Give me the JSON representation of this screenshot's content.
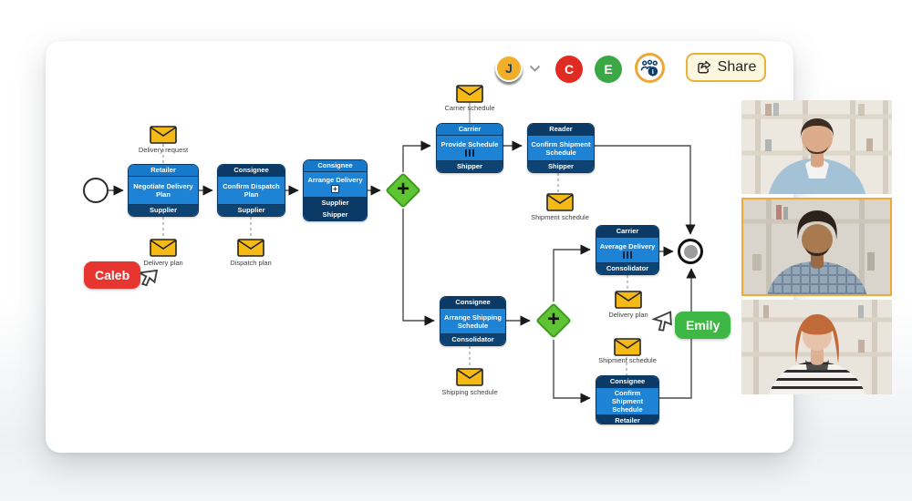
{
  "header": {
    "share_label": "Share",
    "avatars": [
      {
        "initial": "J",
        "color": "#f1ae2b"
      },
      {
        "initial": "C",
        "color": "#e02b22"
      },
      {
        "initial": "E",
        "color": "#3ba845"
      }
    ],
    "collaborators_icon": "people-info-icon"
  },
  "cursors": [
    {
      "name": "Caleb",
      "color": "#e73530"
    },
    {
      "name": "Emily",
      "color": "#3eb844"
    }
  ],
  "diagram": {
    "tasks": {
      "t1": {
        "header": "Retailer",
        "body": "Negotiate Delivery Plan",
        "footer": "Supplier"
      },
      "t2": {
        "header": "Consignee",
        "body": "Confirm Dispatch Plan",
        "footer": "Supplier"
      },
      "t3": {
        "header": "Consignee",
        "body": "Arrange Delivery",
        "footer1": "Supplier",
        "footer2": "Shipper",
        "marker": "subprocess-plus"
      },
      "t4": {
        "header": "Carrier",
        "body": "Provide Schedule",
        "footer": "Shipper",
        "marker": "multi-instance"
      },
      "t5": {
        "header": "Reader",
        "body": "Confirm Shipment Schedule",
        "footer": "Shipper"
      },
      "t6": {
        "header": "Carrier",
        "body": "Average Delivery",
        "footer": "Consolidator",
        "marker": "multi-instance"
      },
      "t7": {
        "header": "Consignee",
        "body": "Arrange Shipping Schedule",
        "footer": "Consolidator"
      },
      "t8": {
        "header": "Consignee",
        "body": "Confirm Shipment Schedule",
        "footer": "Retailer"
      }
    },
    "messages": {
      "delivery_request": "Delivery request",
      "delivery_plan": "Delivery plan",
      "dispatch_plan": "Dispatch plan",
      "carrier_schedule": "Carrier schedule",
      "shipment_schedule_top": "Shipment schedule",
      "delivery_plan_right": "Delivery plan",
      "shipment_schedule_bottom": "Shipment schedule",
      "shipping_schedule": "Shipping schedule",
      "plus_glyph": "+"
    },
    "colors": {
      "task_body": "#1e83d4",
      "task_header_light": "#1779c9",
      "task_dark": "#0c3a66",
      "gateway_green": "#5ec433",
      "message_yellow": "#f6ba17"
    }
  }
}
